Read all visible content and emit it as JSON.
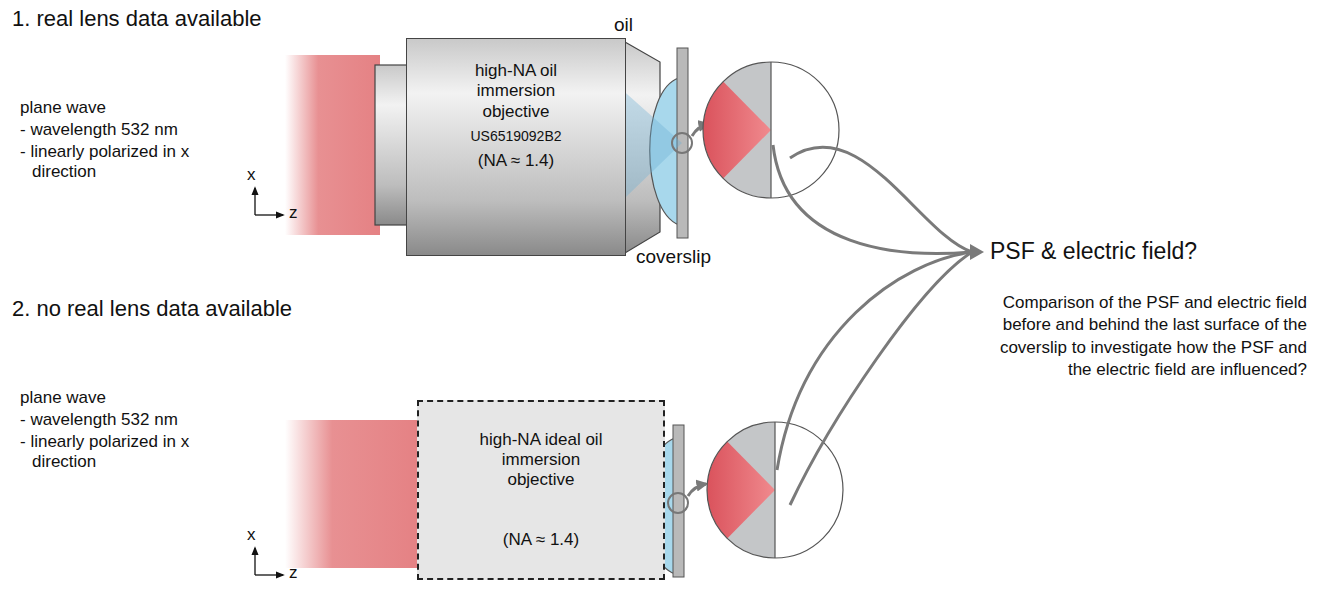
{
  "diagram": {
    "nodes": [
      {
        "text": [
          "high-NA oil immersion objective",
          "US6519092B2",
          "(NA ≈ 1.4)"
        ]
      },
      {
        "text": [
          "high-NA ideal oil immersion objective",
          "(NA ≈ 1.4)"
        ]
      }
    ],
    "labels": [
      "1. real lens data available",
      "plane wave",
      "- wavelength 532 nm",
      "- linearly polarized in x direction",
      "x",
      "z",
      "oil",
      "coverslip",
      "2. no real lens data available",
      "plane wave",
      "- wavelength 532 nm",
      "- linearly polarized in x direction",
      "x",
      "z",
      "PSF & electric field?",
      "Comparison of the PSF and electric field before and behind the last surface of the coverslip to investigate how the PSF and the electric field are influenced?"
    ]
  }
}
